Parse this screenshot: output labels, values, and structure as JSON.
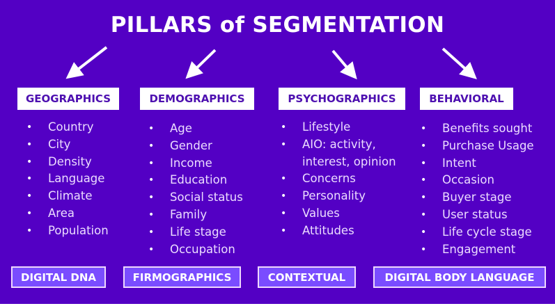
{
  "title": "PILLARS of SEGMENTATION",
  "pillars": [
    {
      "label": "GEOGRAPHICS",
      "items": [
        "Country",
        "City",
        "Density",
        "Language",
        "Climate",
        "Area",
        "Population"
      ]
    },
    {
      "label": "DEMOGRAPHICS",
      "items": [
        "Age",
        "Gender",
        "Income",
        "Education",
        "Social status",
        "Family",
        "Life stage",
        "Occupation"
      ]
    },
    {
      "label": "PSYCHOGRAPHICS",
      "items": [
        "Lifestyle",
        "AIO: activity, interest, opinion",
        "Concerns",
        "Personality",
        "Values",
        "Attitudes"
      ]
    },
    {
      "label": "BEHAVIORAL",
      "items": [
        "Benefits sought",
        "Purchase Usage",
        "Intent",
        "Occasion",
        "Buyer stage",
        "User status",
        "Life cycle stage",
        "Engagement"
      ]
    }
  ],
  "footer": [
    "DIGITAL DNA",
    "FIRMOGRAPHICS",
    "CONTEXTUAL",
    "DIGITAL BODY LANGUAGE"
  ],
  "colors": {
    "background": "#5300c4",
    "header_text": "#4d0fb0",
    "footer_box": "#7a4cff"
  }
}
